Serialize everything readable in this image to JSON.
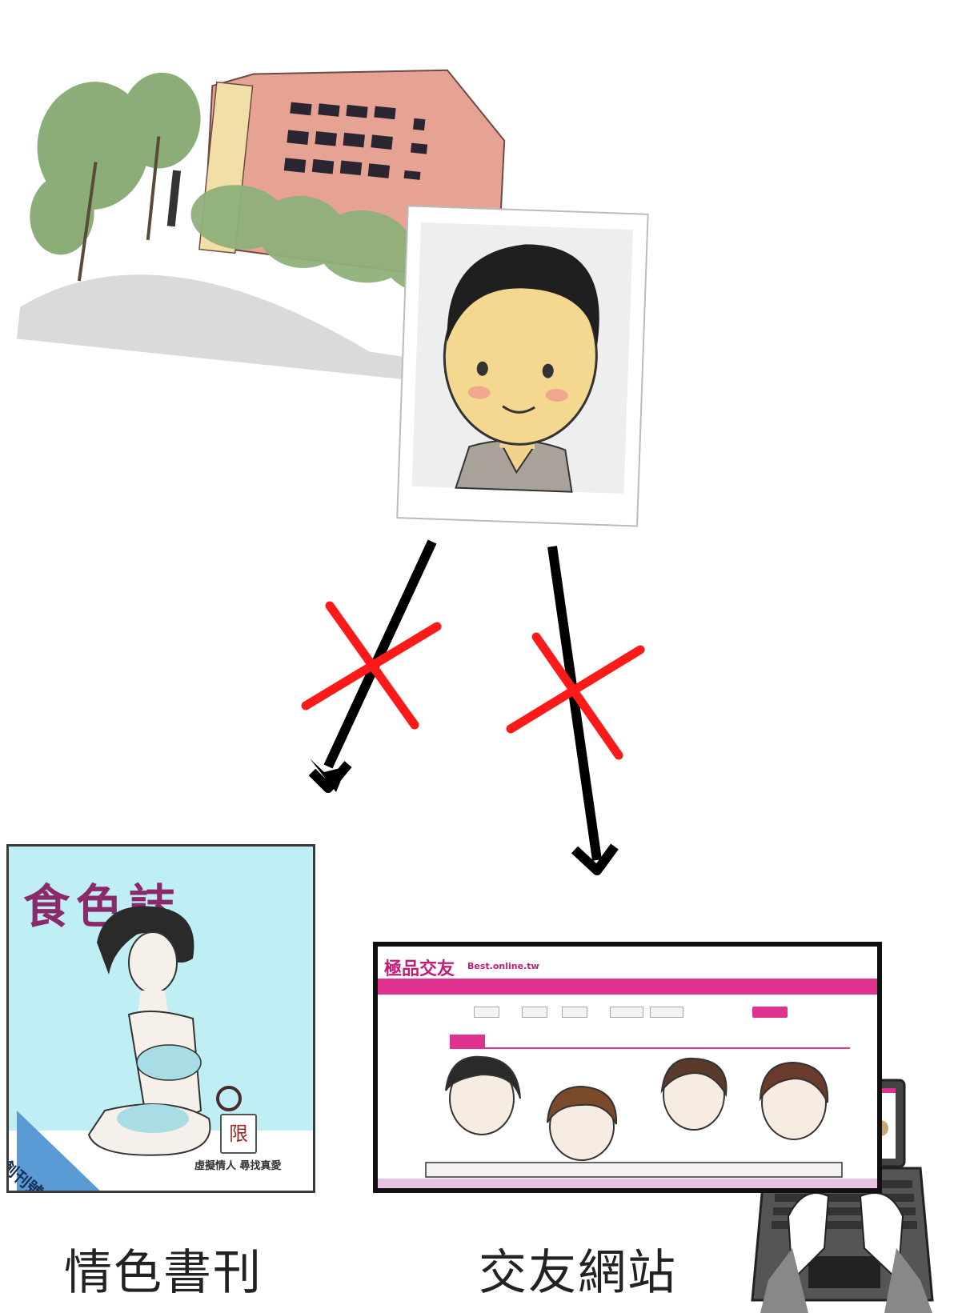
{
  "magazine": {
    "title": "食色誌",
    "issue_badge": "創刊號",
    "restricted_label": "限",
    "tagline": "虛擬情人  尋找真愛"
  },
  "website": {
    "logo": "極品交友",
    "url": "Best.online.tw"
  },
  "captions": {
    "left": "情色書刊",
    "right": "交友網站"
  },
  "colors": {
    "cross": "#ff1a1a",
    "arrow": "#000000",
    "site_accent": "#e0338f",
    "magazine_bg": "#bfeff5",
    "magazine_title": "#8a2a6b"
  }
}
